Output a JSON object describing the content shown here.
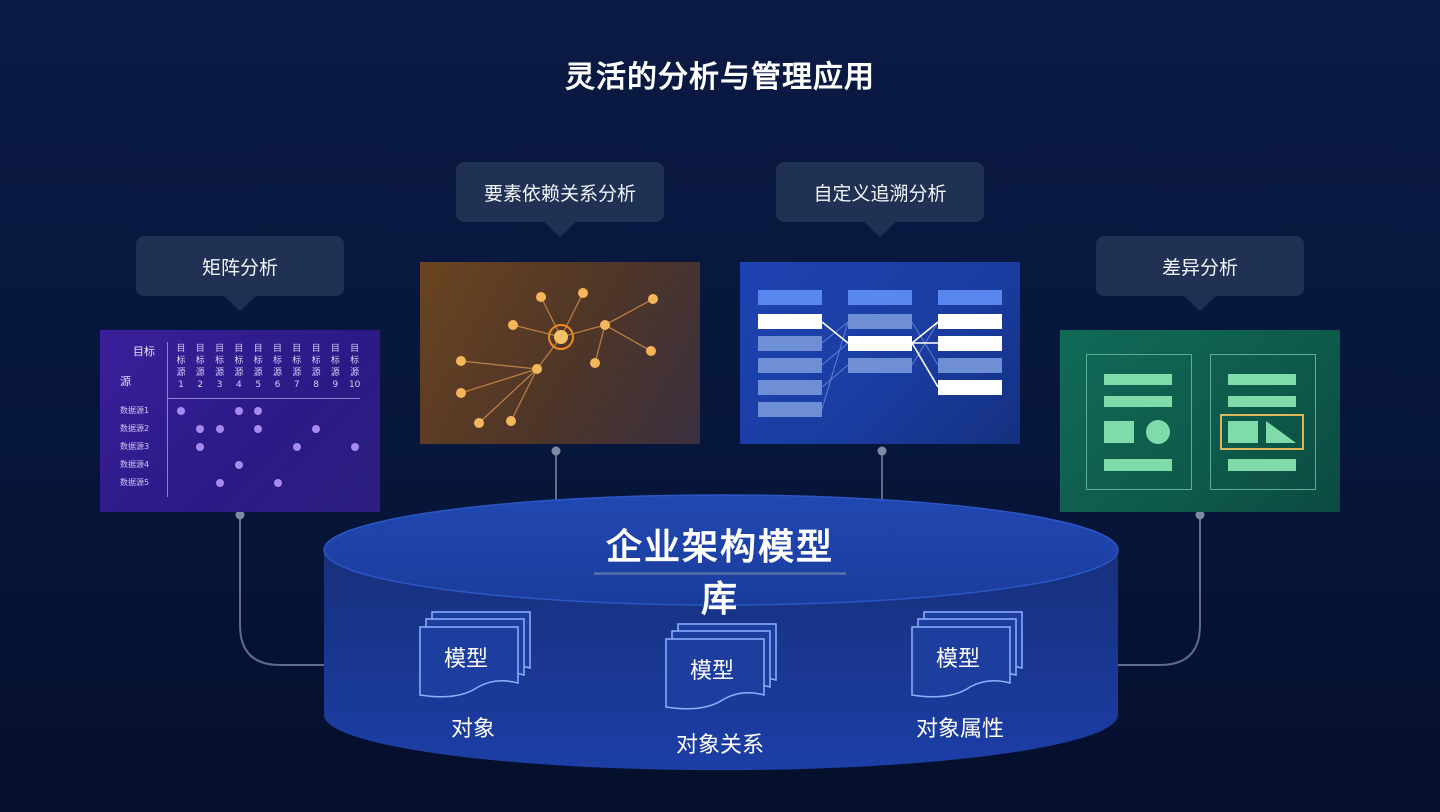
{
  "title": "灵活的分析与管理应用",
  "bubbles": {
    "matrix": "矩阵分析",
    "dependency": "要素依赖关系分析",
    "trace": "自定义追溯分析",
    "diff": "差异分析"
  },
  "matrix": {
    "target_header": "目标",
    "source_header": "源",
    "columns": [
      [
        "目",
        "标",
        "源",
        "1"
      ],
      [
        "目",
        "标",
        "源",
        "2"
      ],
      [
        "目",
        "标",
        "源",
        "3"
      ],
      [
        "目",
        "标",
        "源",
        "4"
      ],
      [
        "目",
        "标",
        "源",
        "5"
      ],
      [
        "目",
        "标",
        "源",
        "6"
      ],
      [
        "目",
        "标",
        "源",
        "7"
      ],
      [
        "目",
        "标",
        "源",
        "8"
      ],
      [
        "目",
        "标",
        "源",
        "9"
      ],
      [
        "目",
        "标",
        "源",
        "10"
      ]
    ],
    "rows": [
      "数据源1",
      "数据源2",
      "数据源3",
      "数据源4",
      "数据源5"
    ],
    "dots": [
      [
        1,
        1
      ],
      [
        1,
        4
      ],
      [
        1,
        5
      ],
      [
        2,
        2
      ],
      [
        2,
        3
      ],
      [
        2,
        5
      ],
      [
        2,
        8
      ],
      [
        3,
        2
      ],
      [
        3,
        7
      ],
      [
        3,
        10
      ],
      [
        4,
        4
      ],
      [
        5,
        3
      ],
      [
        5,
        6
      ]
    ]
  },
  "database": {
    "title": "企业架构模型库",
    "stacks": [
      {
        "card": "模型",
        "label": "对象"
      },
      {
        "card": "模型",
        "label": "对象关系"
      },
      {
        "card": "模型",
        "label": "对象属性"
      }
    ]
  },
  "colors": {
    "background": "#07163b",
    "bubble": "#213154",
    "database": "#1a3a9c",
    "node": "#f5b55a",
    "diff_shape": "#7fdcaa",
    "highlight_border": "#f0c060"
  }
}
